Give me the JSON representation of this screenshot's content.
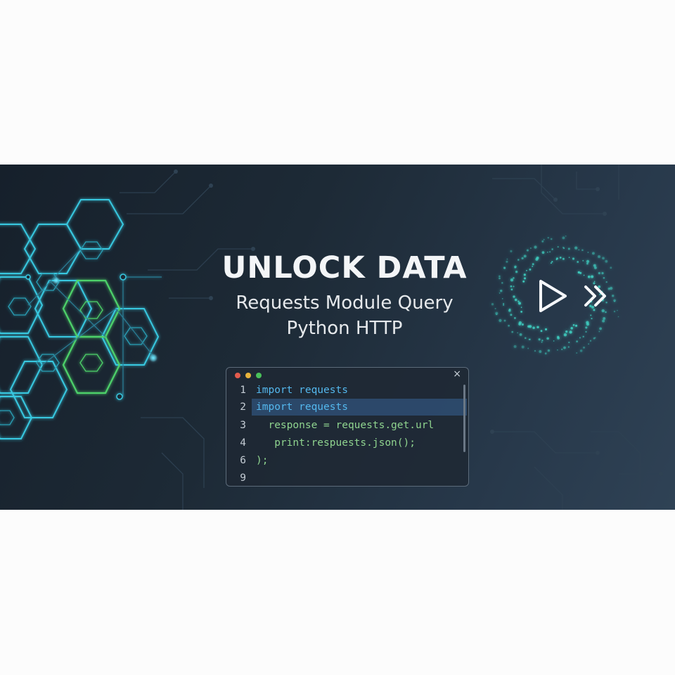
{
  "banner": {
    "title": "UNLOCK DATA",
    "subtitle_line1": "Requests Module Query",
    "subtitle_line2": "Python HTTP"
  },
  "code_window": {
    "close_label": "×",
    "lines": [
      {
        "number": "1",
        "text": "import requests"
      },
      {
        "number": "2",
        "text": "import requests"
      },
      {
        "number": "3",
        "text": "  response = requests.get.url"
      },
      {
        "number": "4",
        "text": "   print:respuests.json();"
      },
      {
        "number": "6",
        "text": ");"
      },
      {
        "number": "9",
        "text": ""
      }
    ]
  },
  "icons": {
    "left_graphic": "hexagon-network",
    "play": "play-icon",
    "fast_forward": "fast-forward-icon"
  },
  "colors": {
    "background": "#1d2a36",
    "hex_cyan": "#38c8e0",
    "hex_green": "#4ed26a",
    "swirl": "#3fd3c4"
  }
}
